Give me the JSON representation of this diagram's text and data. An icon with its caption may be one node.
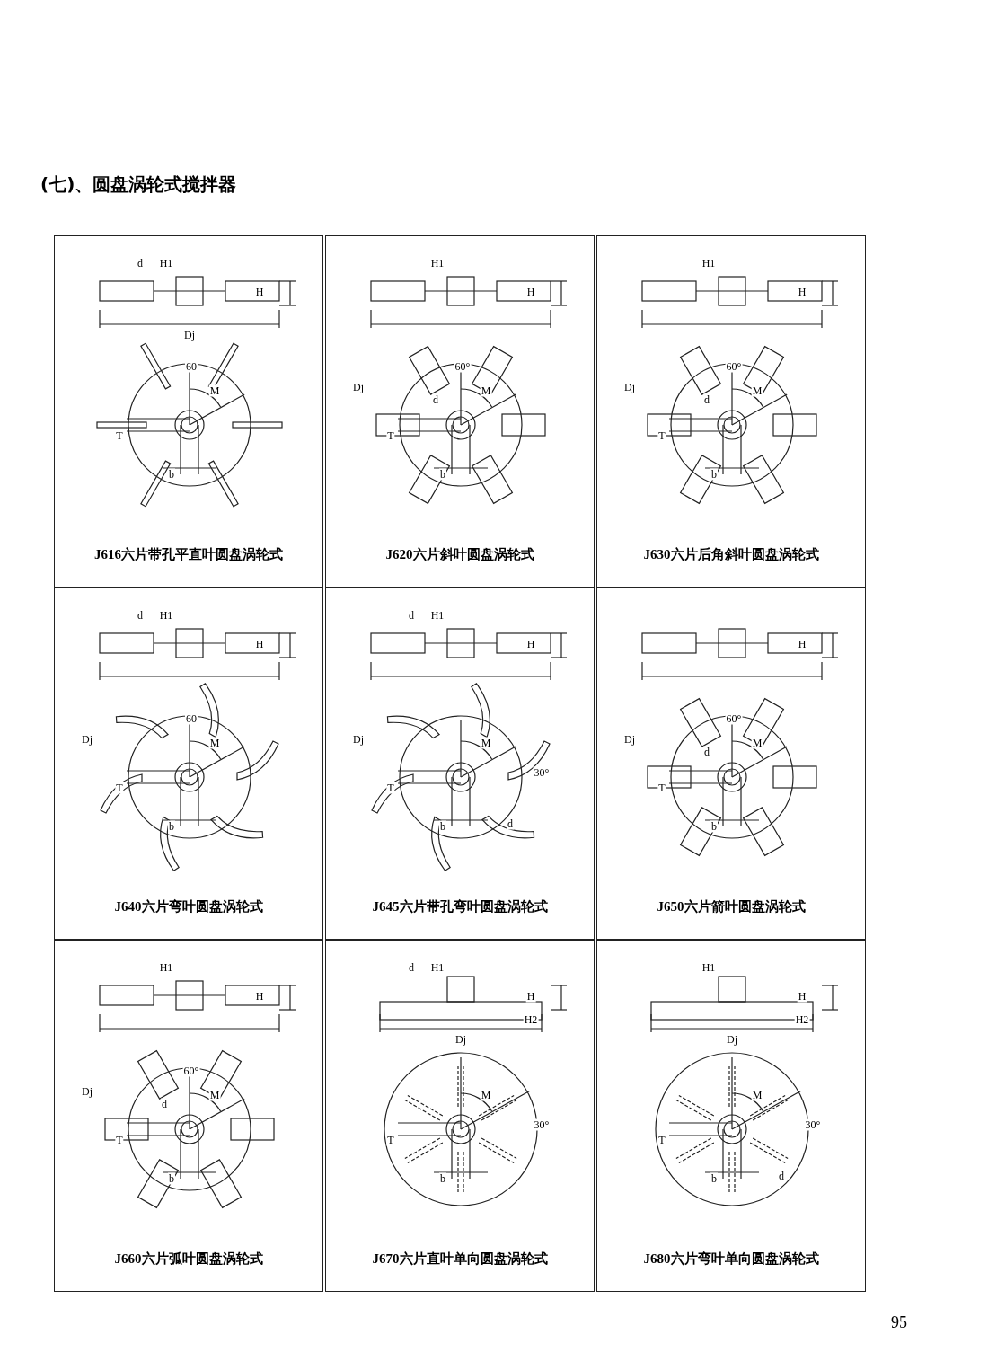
{
  "diagram": {
    "title": "(七)、圆盘涡轮式搅拌器",
    "labels": [
      "d",
      "H1",
      "H",
      "Dj",
      "60",
      "M",
      "T",
      "b",
      "J616六片带孔平直叶圆盘涡轮式",
      "H1",
      "H",
      "60°",
      "Dj",
      "d",
      "M",
      "T",
      "b",
      "J620六片斜叶圆盘涡轮式",
      "H1",
      "H",
      "60°",
      "Dj",
      "d",
      "M",
      "T",
      "b",
      "J630六片后角斜叶圆盘涡轮式",
      "d",
      "H1",
      "H",
      "60",
      "Dj",
      "M",
      "T",
      "b",
      "J640六片弯叶圆盘涡轮式",
      "d",
      "H1",
      "H",
      "M",
      "30°",
      "T",
      "Dj",
      "b",
      "d",
      "J645六片带孔弯叶圆盘涡轮式",
      "H",
      "60°",
      "Dj",
      "d",
      "M",
      "T",
      "b",
      "J650六片箭叶圆盘涡轮式",
      "H1",
      "H",
      "60°",
      "Dj",
      "d",
      "M",
      "T",
      "b",
      "J660六片弧叶圆盘涡轮式",
      "d",
      "H1",
      "H",
      "H2",
      "Dj",
      "M",
      "30°",
      "T",
      "b",
      "J670六片直叶单向圆盘涡轮式",
      "H1",
      "H",
      "H2",
      "Dj",
      "M",
      "30°",
      "T",
      "b",
      "d",
      "J680六片弯叶单向圆盘涡轮式",
      "95"
    ]
  }
}
